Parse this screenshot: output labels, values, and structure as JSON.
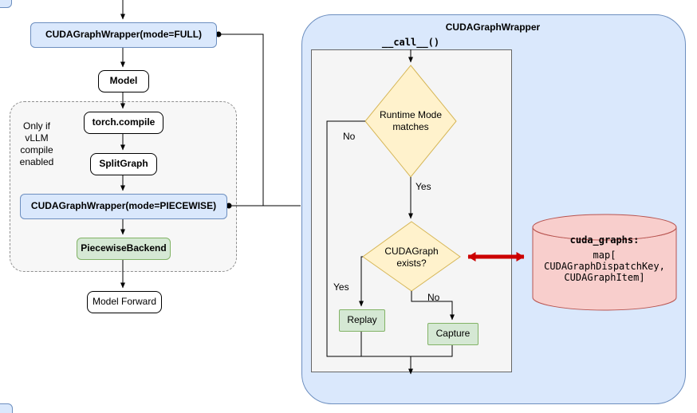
{
  "left_flow": {
    "full_wrapper": "CUDAGraphWrapper(mode=FULL)",
    "model": "Model",
    "condition_note": "Only if\nvLLM\ncompile\nenabled",
    "torch_compile": "torch.compile",
    "split_graph": "SplitGraph",
    "piecewise_wrapper": "CUDAGraphWrapper(mode=PIECEWISE)",
    "piecewise_backend": "PiecewiseBackend",
    "model_forward": "Model Forward"
  },
  "wrapper_panel": {
    "title": "CUDAGraphWrapper",
    "call_label": "__call__()",
    "runtime_diamond": "Runtime Mode\nmatches",
    "exists_diamond": "CUDAGraph\nexists?",
    "branch_no_runtime": "No",
    "branch_yes_runtime": "Yes",
    "branch_yes_exists": "Yes",
    "branch_no_exists": "No",
    "replay": "Replay",
    "capture": "Capture"
  },
  "graph_store": {
    "title": "cuda_graphs:",
    "body": "map[\nCUDAGraphDispatchKey,\nCUDAGraphItem]"
  },
  "colors": {
    "node_blue_fill": "#dae8fc",
    "node_blue_stroke": "#6c8ebf",
    "node_green_fill": "#d5e8d4",
    "node_green_stroke": "#82b366",
    "diamond_yellow_fill": "#fff2cc",
    "diamond_yellow_stroke": "#d6b656",
    "cylinder_red_fill": "#f8cecc",
    "cylinder_red_stroke": "#b85450",
    "link_red": "#cc0000"
  }
}
